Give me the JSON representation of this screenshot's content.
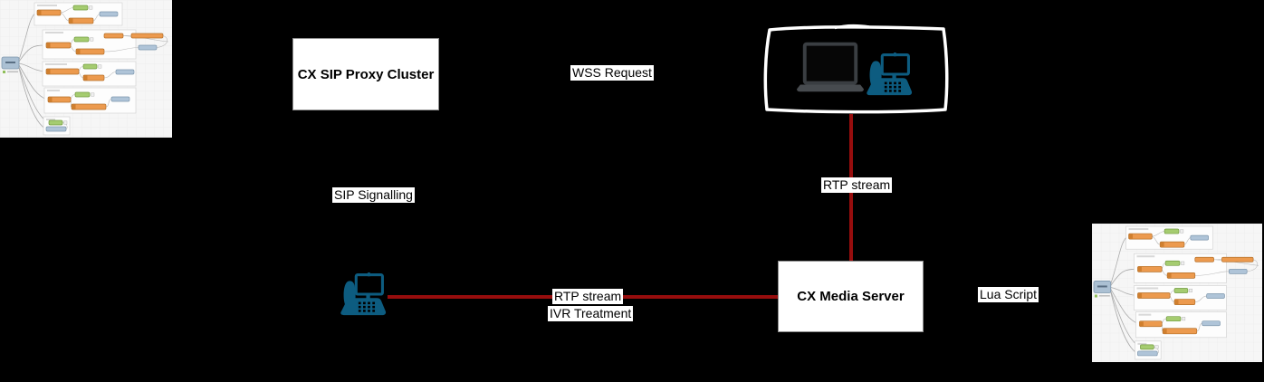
{
  "canvas": {
    "background": "#000000"
  },
  "boxes": {
    "sip_proxy": {
      "label": "CX SIP Proxy Cluster"
    },
    "media_server": {
      "label": "CX Media Server"
    }
  },
  "labels": {
    "wss_request": "WSS Request",
    "sip_signalling": "SIP Signalling",
    "rtp_stream_vertical": "RTP stream",
    "rtp_stream_horizontal": "RTP stream",
    "ivr_treatment": "IVR Treatment",
    "lua_script": "Lua Script"
  },
  "colors": {
    "connector_red": "#970d0d",
    "phone_icon_teal": "#0d5c80",
    "laptop_gray": "#3a3e42",
    "sketch_outline": "#ffffff",
    "flow_node_orange": "#ec9a4e",
    "flow_node_green": "#a5cc70",
    "flow_node_blue": "#afc4d8",
    "box_background": "#ffffff",
    "label_background": "#ffffff",
    "text": "#000000"
  },
  "icons": {
    "top_left_thumbnail": "node-red-flow-thumbnail",
    "bottom_right_thumbnail": "node-red-flow-thumbnail",
    "client_device_sketch": "sketch-rectangle",
    "laptop": "laptop-icon",
    "webrtc_phone": "desk-phone-icon",
    "caller_phone": "desk-phone-icon"
  }
}
